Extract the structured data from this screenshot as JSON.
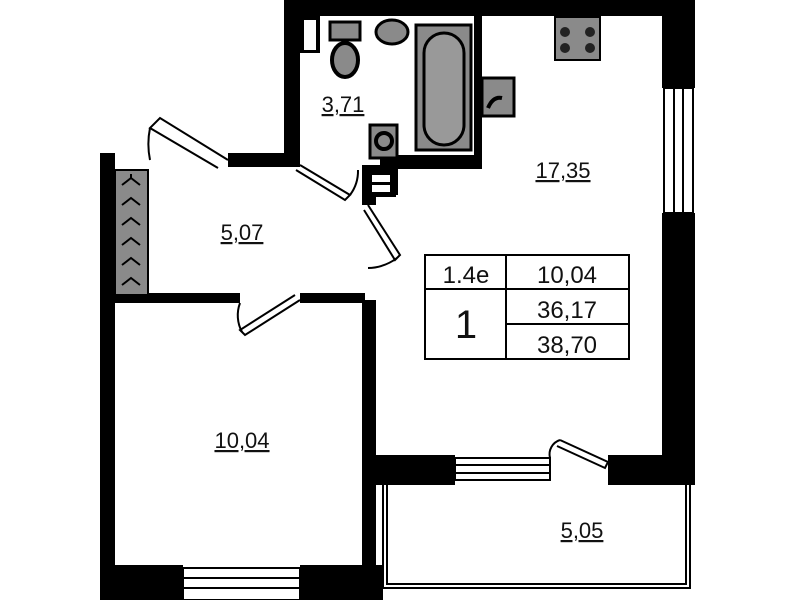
{
  "plan": {
    "rooms": {
      "bathroom": "3,71",
      "kitchen_living": "17,35",
      "hallway": "5,07",
      "bedroom": "10,04",
      "balcony": "5,05"
    },
    "summary": {
      "type": "1.4e",
      "rooms_count": "1",
      "living_area": "10,04",
      "total_area": "36,17",
      "total_with_balcony": "38,70"
    },
    "colors": {
      "wall": "#000000",
      "fixture": "#8a8a8a",
      "background": "#ffffff"
    }
  }
}
